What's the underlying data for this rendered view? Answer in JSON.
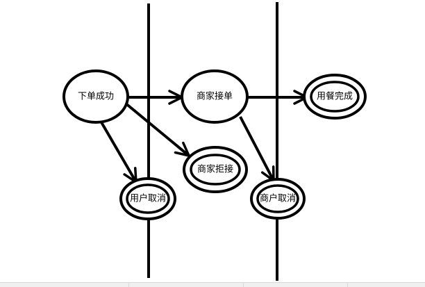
{
  "diagram": {
    "colors": {
      "stroke": "#000000",
      "background": "#ffffff"
    },
    "nodes": [
      {
        "id": "order-success",
        "label": "下单成功",
        "final": false
      },
      {
        "id": "merchant-accept",
        "label": "商家接单",
        "final": false
      },
      {
        "id": "meal-complete",
        "label": "用餐完成",
        "final": true
      },
      {
        "id": "merchant-reject",
        "label": "商家拒接",
        "final": true
      },
      {
        "id": "user-cancel",
        "label": "用户取消",
        "final": true
      },
      {
        "id": "merchant-cancel",
        "label": "商户取消",
        "final": true
      }
    ],
    "edges": [
      {
        "from": "order-success",
        "to": "merchant-accept"
      },
      {
        "from": "order-success",
        "to": "merchant-reject"
      },
      {
        "from": "order-success",
        "to": "user-cancel"
      },
      {
        "from": "merchant-accept",
        "to": "meal-complete"
      },
      {
        "from": "merchant-accept",
        "to": "merchant-cancel"
      }
    ]
  }
}
